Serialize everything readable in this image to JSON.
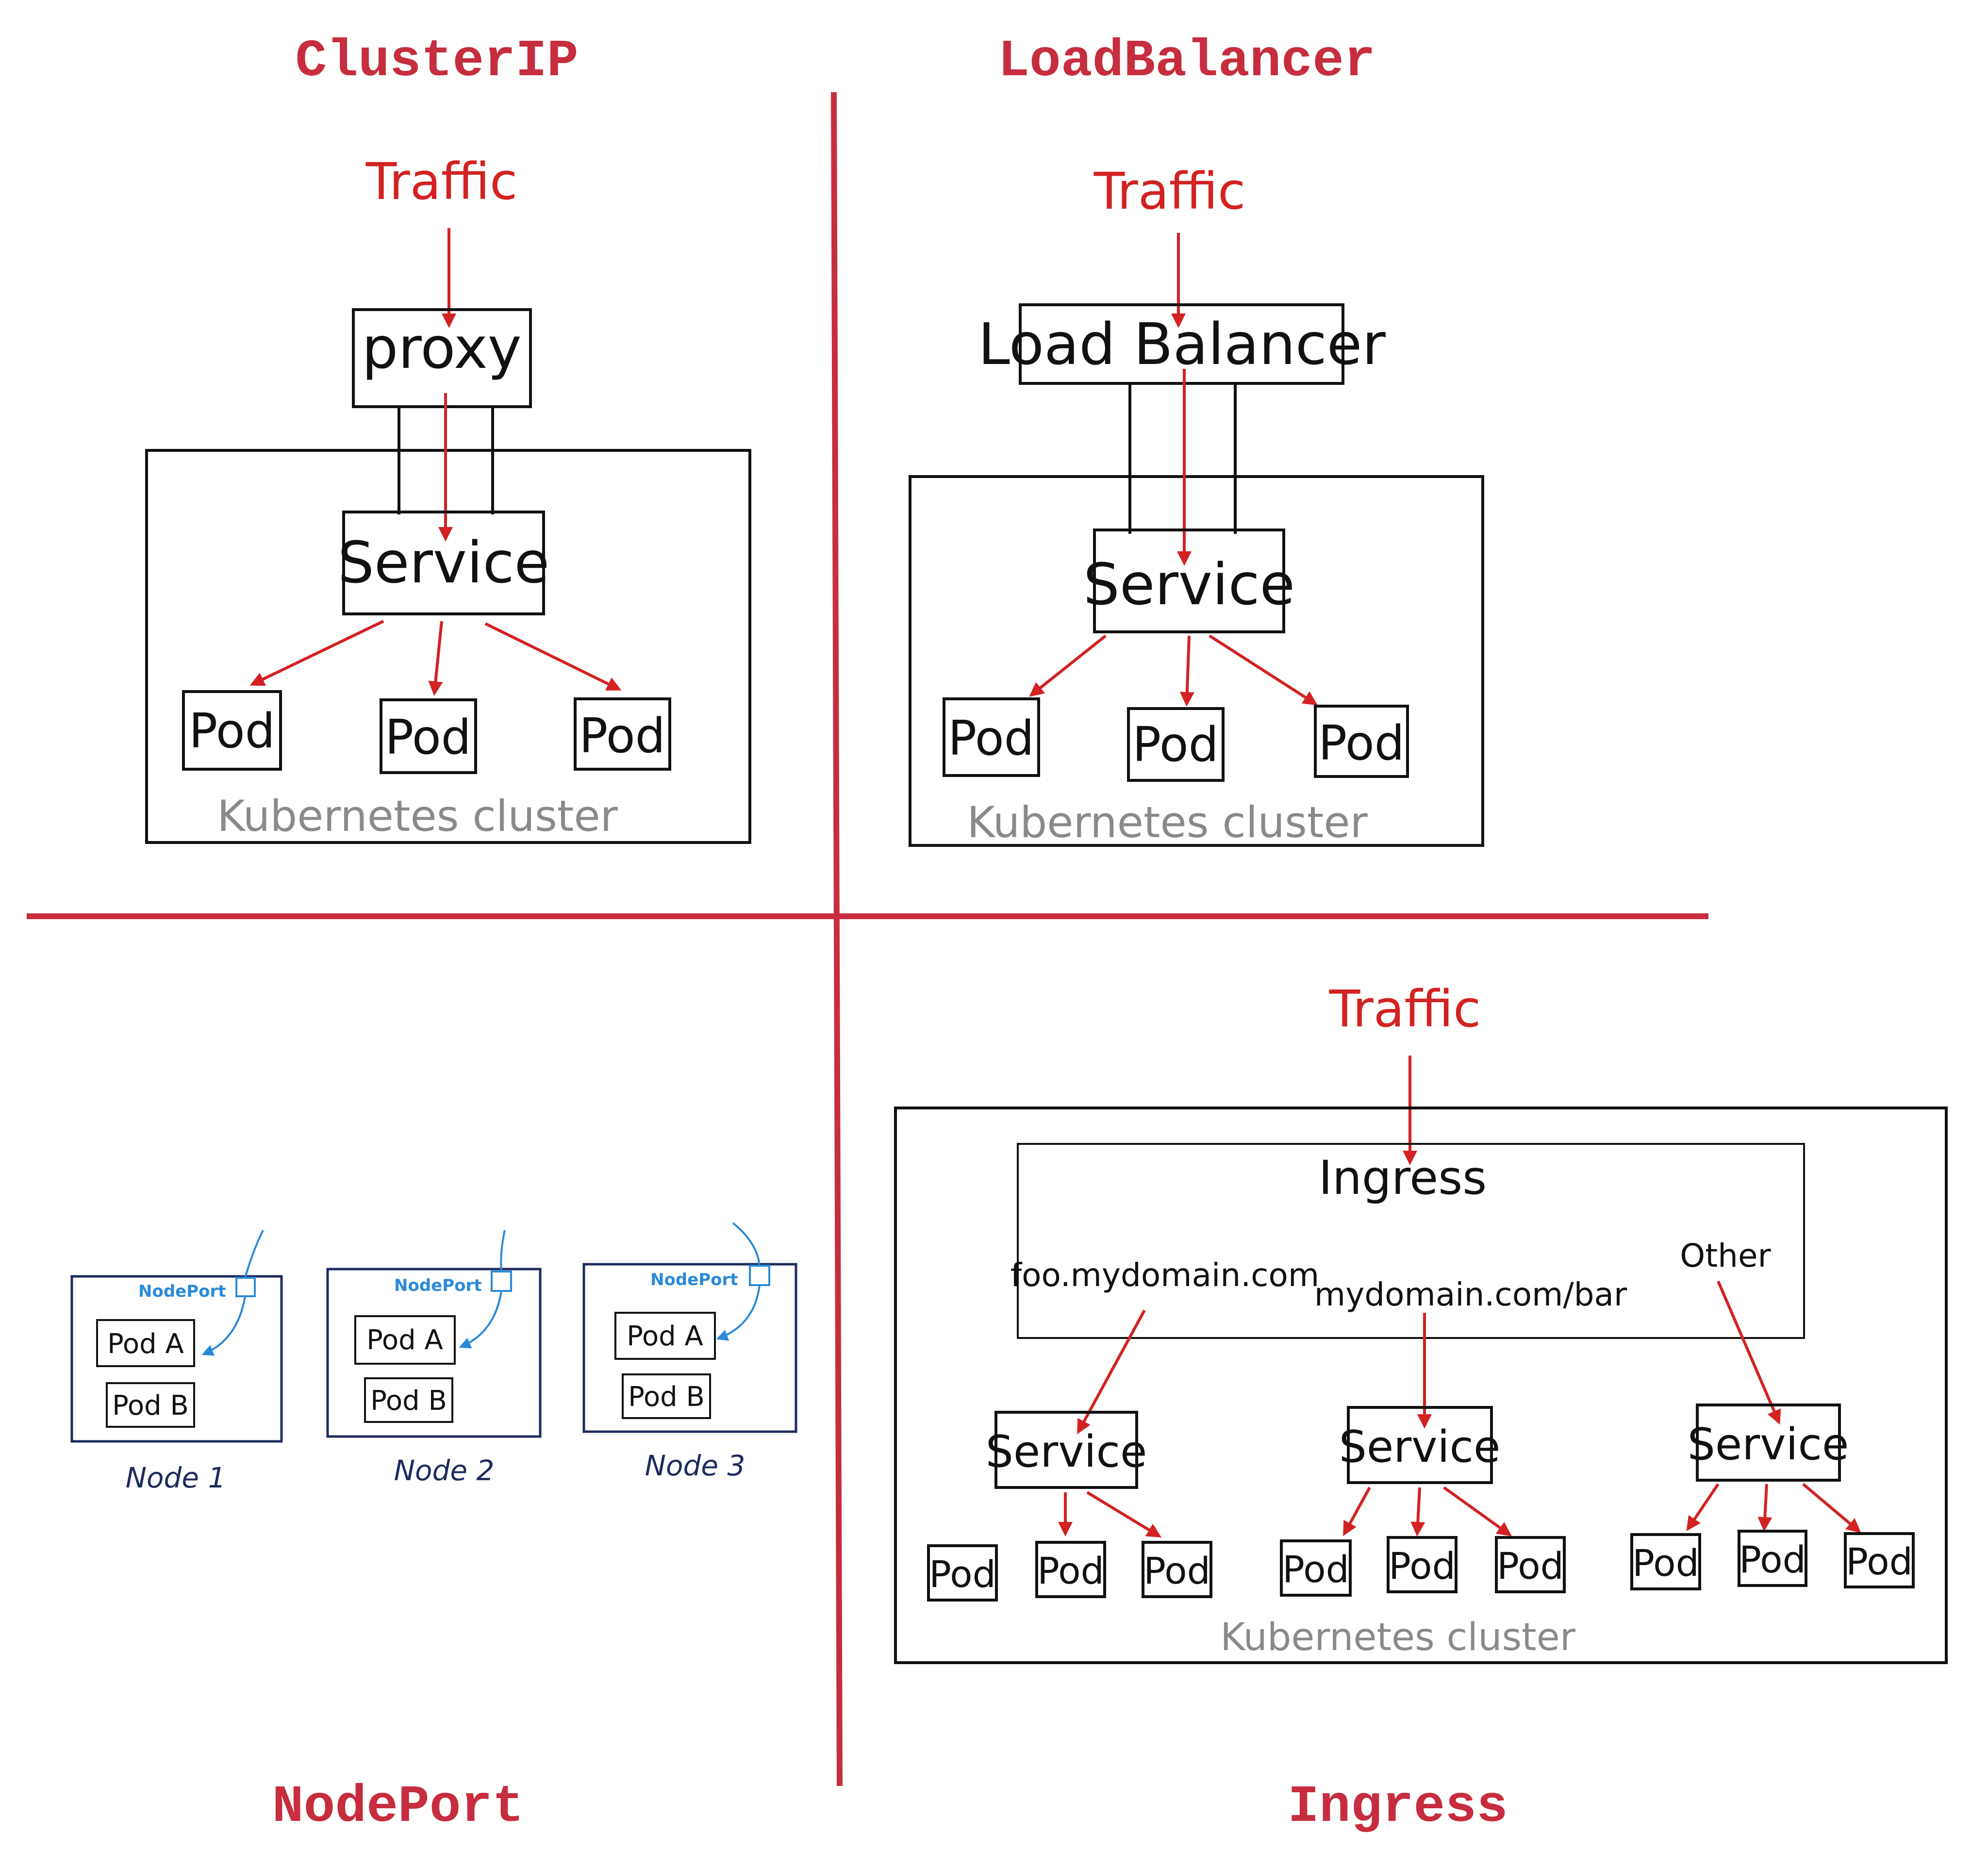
{
  "titles": {
    "clusterip": "ClusterIP",
    "loadbalancer": "LoadBalancer",
    "nodeport": "NodePort",
    "ingress": "Ingress"
  },
  "clusterip": {
    "traffic": "Traffic",
    "proxy": "proxy",
    "service": "Service",
    "pods": [
      "Pod",
      "Pod",
      "Pod"
    ],
    "cluster_label": "Kubernetes cluster"
  },
  "loadbalancer": {
    "traffic": "Traffic",
    "load_balancer": "Load Balancer",
    "service": "Service",
    "pods": [
      "Pod",
      "Pod",
      "Pod"
    ],
    "cluster_label": "Kubernetes cluster"
  },
  "nodeport": {
    "port_label": "NodePort",
    "nodes": [
      {
        "name": "Node 1",
        "pods": [
          "Pod A",
          "Pod B"
        ]
      },
      {
        "name": "Node 2",
        "pods": [
          "Pod A",
          "Pod B"
        ]
      },
      {
        "name": "Node 3",
        "pods": [
          "Pod A",
          "Pod B"
        ]
      }
    ]
  },
  "ingress": {
    "traffic": "Traffic",
    "ingress_label": "Ingress",
    "routes": [
      "foo.mydomain.com",
      "mydomain.com/bar",
      "Other"
    ],
    "services": [
      "Service",
      "Service",
      "Service"
    ],
    "pods": [
      "Pod",
      "Pod",
      "Pod",
      "Pod",
      "Pod",
      "Pod",
      "Pod",
      "Pod",
      "Pod"
    ],
    "cluster_label": "Kubernetes cluster"
  },
  "colors": {
    "title_red": "#c62d3e",
    "arrow_red": "#d22222",
    "nodeport_blue": "#2a8ad8",
    "node_navy": "#1d2b5e",
    "cluster_gray": "#8a8a8a"
  }
}
